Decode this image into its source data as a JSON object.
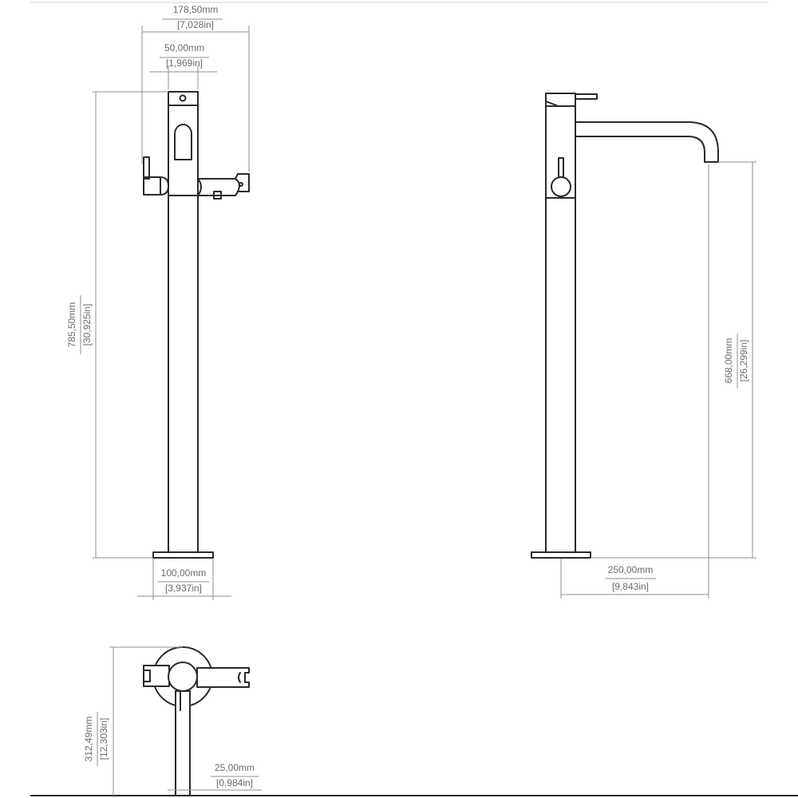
{
  "dimensions": {
    "front_overall_width": {
      "mm": "178,50mm",
      "in": "[7,028in]"
    },
    "front_body_width": {
      "mm": "50,00mm",
      "in": "[1,969in]"
    },
    "front_height": {
      "mm": "785,50mm",
      "in": "[30,925in]"
    },
    "front_base_width": {
      "mm": "100,00mm",
      "in": "[3,937in]"
    },
    "side_spout_height": {
      "mm": "668,00mm",
      "in": "[26,299in]"
    },
    "side_spout_reach": {
      "mm": "250,00mm",
      "in": "[9,843in]"
    },
    "top_depth": {
      "mm": "312,49mm",
      "in": "[12,303in]"
    },
    "top_pipe_width": {
      "mm": "25,00mm",
      "in": "[0,984in]"
    }
  }
}
